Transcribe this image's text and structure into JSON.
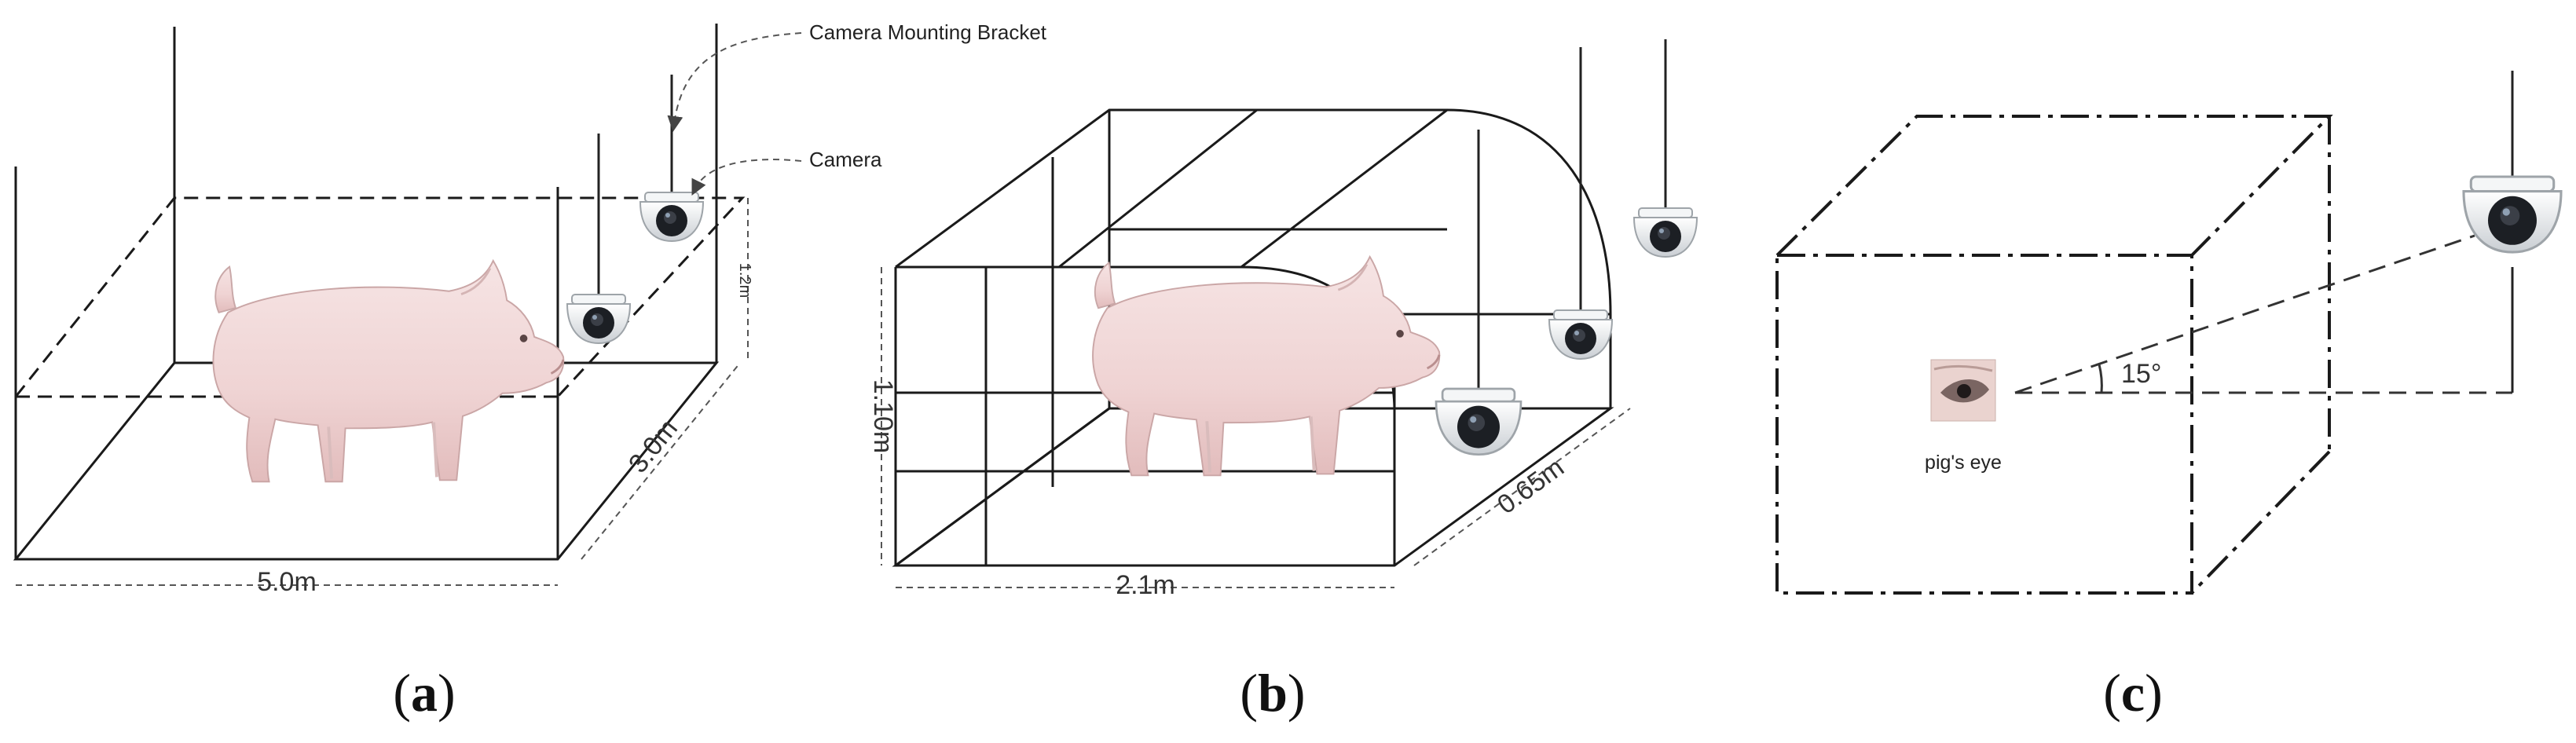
{
  "panel_a": {
    "caption_letter": "a",
    "callouts": {
      "bracket": "Camera Mounting Bracket",
      "camera": "Camera"
    },
    "dims": {
      "length": "5.0m",
      "width": "3.0m",
      "height": "1.2m"
    }
  },
  "panel_b": {
    "caption_letter": "b",
    "dims": {
      "height": "1.10m",
      "length": "2.1m",
      "width": "0.65m"
    }
  },
  "panel_c": {
    "caption_letter": "c",
    "angle_label": "15°",
    "eye_label": "pig's eye"
  },
  "colors": {
    "line": "#1a1a1a",
    "dashed": "#555555",
    "pig": "#f1dada",
    "camera_body": "#eceff1",
    "camera_lens": "#1c1f24"
  }
}
